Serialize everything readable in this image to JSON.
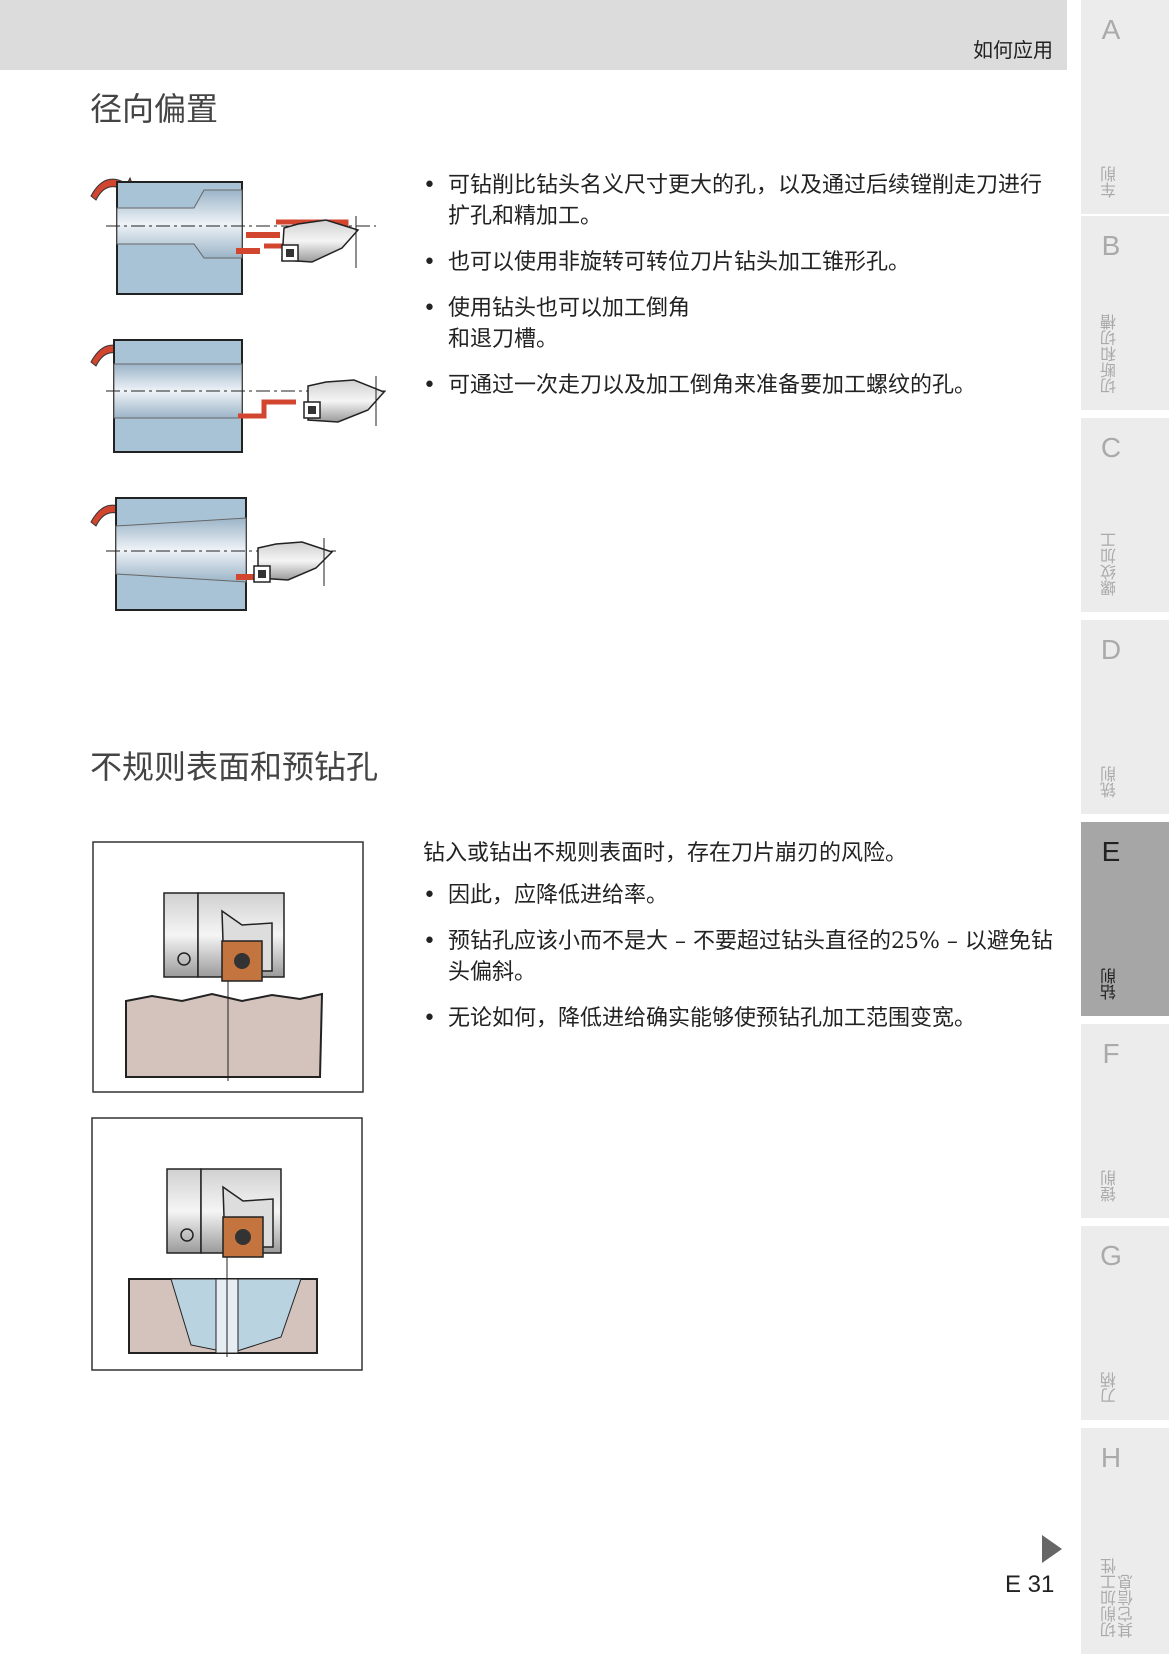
{
  "header": {
    "title": "如何应用"
  },
  "section1": {
    "title": "径向偏置",
    "bullets": [
      "可钻削比钻头名义尺寸更大的孔，以及通过后续镗削走刀进行扩孔和精加工。",
      "也可以使用非旋转可转位刀片钻头加工锥形孔。",
      "使用钻头也可以加工倒角\n和退刀槽。",
      "可通过一次走刀以及加工倒角来准备要加工螺纹的孔。"
    ]
  },
  "section2": {
    "title": "不规则表面和预钻孔",
    "lead": "钻入或钻出不规则表面时，存在刀片崩刃的风险。",
    "bullets": [
      "因此，应降低进给率。",
      "预钻孔应该小而不是大 – 不要超过钻头直径的25% – 以避免钻头偏斜。",
      "无论如何，降低进给确实能够使预钻孔加工范围变宽。"
    ]
  },
  "tabs": [
    {
      "letter": "A",
      "name": "车削",
      "active": false
    },
    {
      "letter": "B",
      "name": "切断和切槽",
      "active": false
    },
    {
      "letter": "C",
      "name": "螺纹加工",
      "active": false
    },
    {
      "letter": "D",
      "name": "铣削",
      "active": false
    },
    {
      "letter": "E",
      "name": "钻削",
      "active": true
    },
    {
      "letter": "F",
      "name": "镗削",
      "active": false
    },
    {
      "letter": "G",
      "name": "刀柄",
      "active": false
    },
    {
      "letter": "H",
      "name": "切削加工性\n其它信息",
      "active": false
    }
  ],
  "footer": {
    "page_number": "E 31"
  },
  "colors": {
    "workpiece_blue": "#a9c3d6",
    "arrow_red": "#d2452f",
    "insert_copper": "#c4743f",
    "active_tab": "#a6a6a6"
  }
}
